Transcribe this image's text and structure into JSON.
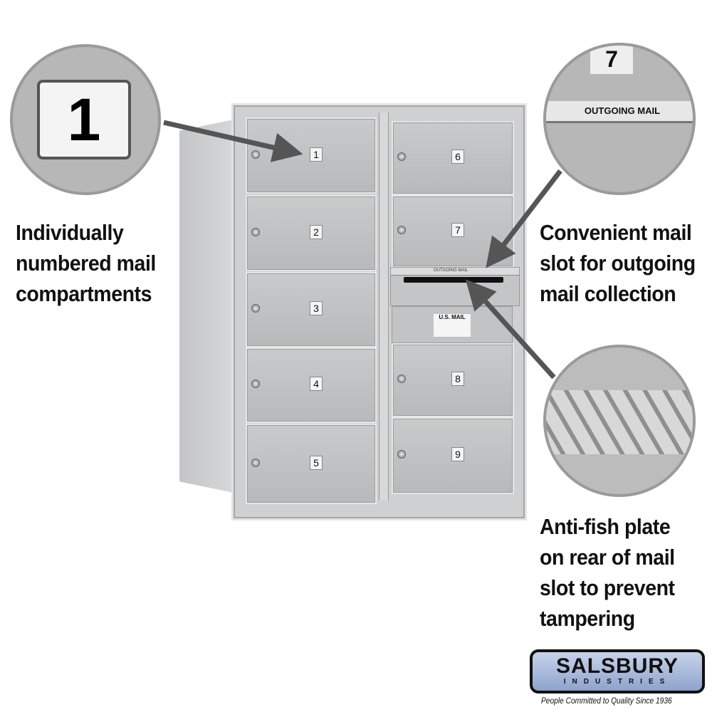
{
  "callouts": {
    "left": [
      "Individually",
      "numbered mail",
      "compartments"
    ],
    "right_top": [
      "Convenient mail",
      "slot for outgoing",
      "mail collection"
    ],
    "right_bottom": [
      "Anti-fish plate",
      "on rear of mail",
      "slot to prevent",
      "tampering"
    ]
  },
  "detail_circles": {
    "number_plate": "1",
    "outgoing_number": "7",
    "outgoing_label": "OUTGOING MAIL"
  },
  "mailbox": {
    "left_doors": [
      "1",
      "2",
      "3",
      "4",
      "5"
    ],
    "right_doors_top": [
      "6",
      "7"
    ],
    "right_doors_bottom": [
      "8",
      "9"
    ],
    "slot_label": "OUTGOING MAIL",
    "usps_label": "U.S. MAIL"
  },
  "logo": {
    "brand": "SALSBURY",
    "sub": "INDUSTRIES",
    "tagline": "People Committed to Quality Since 1936"
  },
  "colors": {
    "arrow": "#555555",
    "metal": "#c0c1c3",
    "logo_blue": "#9fb2d6"
  }
}
